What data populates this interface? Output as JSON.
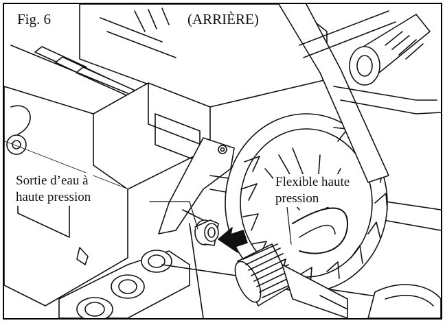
{
  "figure": {
    "fig_label": "Fig. 6",
    "view_label": "(ARRIÈRE)",
    "callouts": {
      "outlet": {
        "line1": "Sortie d’eau à",
        "line2": "haute pression"
      },
      "hose": {
        "line1": "Flexible haute",
        "line2": "pression"
      }
    }
  },
  "colors": {
    "ink": "#111111",
    "paper": "#ffffff"
  }
}
